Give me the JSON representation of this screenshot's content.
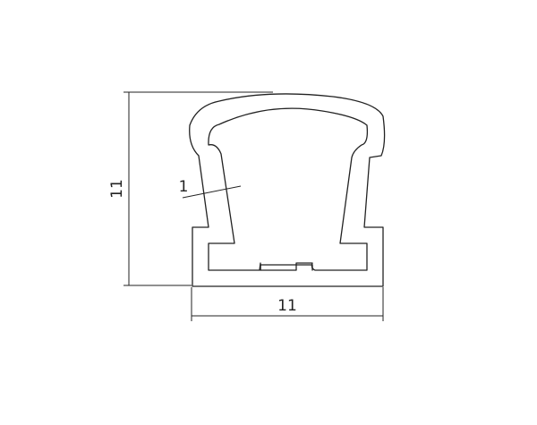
{
  "drawing": {
    "title": "",
    "dimensions": {
      "height_label": "11",
      "width_label": "11",
      "wall_thickness_label": "1"
    },
    "colors": {
      "line": "#222222",
      "background": "#ffffff"
    }
  }
}
